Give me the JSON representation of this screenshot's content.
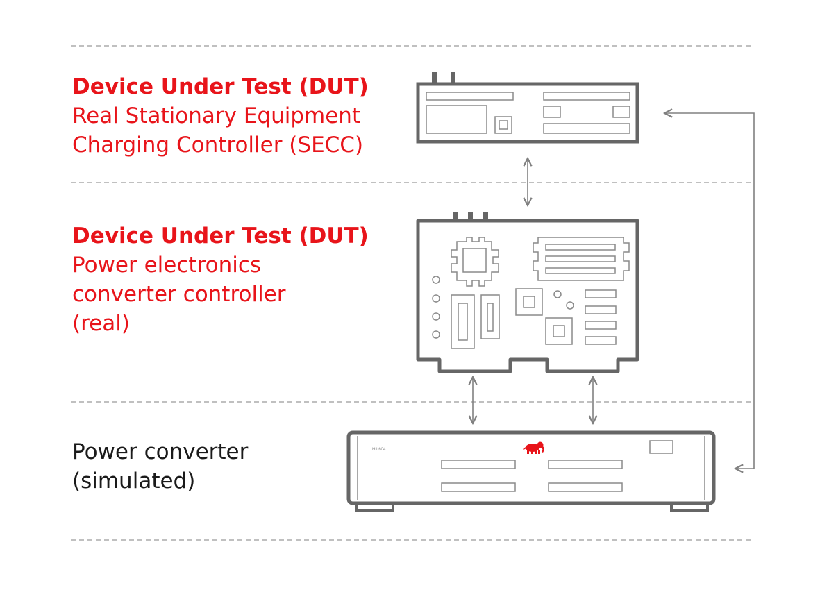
{
  "colors": {
    "dut_text": "#e8141a",
    "sim_text": "#1a1a1a",
    "device_stroke": "#666666",
    "detail_stroke": "#8a8a8a",
    "arrow": "#808080",
    "divider": "#9a9a9a",
    "logo": "#e8141a"
  },
  "sections": [
    {
      "title": "Device Under Test (DUT)",
      "lines": [
        "Real Stationary Equipment",
        "Charging Controller (SECC)"
      ]
    },
    {
      "title": "Device Under Test (DUT)",
      "lines": [
        "Power electronics",
        "converter controller",
        "(real)"
      ]
    },
    {
      "title": "",
      "lines": [
        "Power converter",
        "(simulated)"
      ]
    }
  ],
  "devices": {
    "hil_model_label": "HIL604",
    "hil_logo_icon": "elephant-logo-icon"
  }
}
